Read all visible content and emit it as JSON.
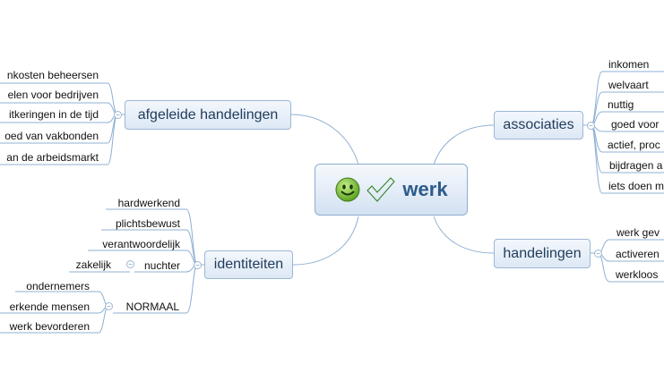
{
  "central": {
    "label": "werk",
    "icons": [
      "smiley-icon",
      "checkmark-icon"
    ]
  },
  "branches": {
    "afgeleide": {
      "label": "afgeleide handelingen",
      "items": [
        "nkosten beheersen",
        "elen voor bedrijven",
        "itkeringen in de tijd",
        "oed van vakbonden",
        "an de arbeidsmarkt"
      ]
    },
    "identiteiten": {
      "label": "identiteiten",
      "items": [
        "hardwerkend",
        "plichtsbewust",
        "verantwoordelijk"
      ],
      "nuchter": {
        "label": "nuchter",
        "items": [
          "zakelijk"
        ]
      },
      "normaal": {
        "label": "NORMAAL",
        "items": [
          "ondernemers",
          "erkende mensen",
          "werk bevorderen"
        ]
      }
    },
    "associaties": {
      "label": "associaties",
      "items": [
        "inkomen",
        "welvaart",
        "nuttig",
        "goed voor",
        "actief, proc",
        "bijdragen a",
        "iets doen m"
      ]
    },
    "handelingen": {
      "label": "handelingen",
      "items": [
        "werk gev",
        "activeren",
        "werkloos"
      ]
    }
  },
  "colors": {
    "connector": "#8fb0d3",
    "topic_border": "#9db6d4",
    "central_text": "#2c5b8c"
  }
}
